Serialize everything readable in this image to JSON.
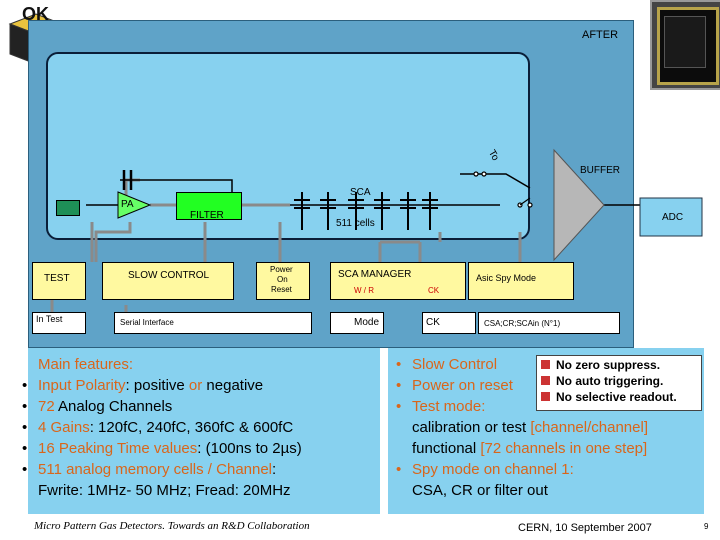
{
  "header": {
    "logo_text": "OK",
    "chip_label": ""
  },
  "diagram": {
    "after_label": "AFTER",
    "buffer_label": "BUFFER",
    "adc_label": "ADC",
    "pa_label": "PA",
    "filter_label": "FILTER",
    "sca_label": "SCA",
    "sca_cells_label": "511 cells",
    "test_label": "TEST",
    "slow_control_label": "SLOW CONTROL",
    "power_on_reset_label": [
      "Power",
      "On",
      "Reset"
    ],
    "sca_manager_label": "SCA MANAGER",
    "wr_label": "W / R",
    "ck_label": "CK",
    "asic_spy_mode_label": "Asic Spy Mode",
    "in_test_label": "In Test",
    "serial_interface_label": "Serial Interface",
    "mode_label": "Mode",
    "ck_box_label": "CK",
    "csa_label": "CSA;CR;SCAin (N°1)",
    "rotated_to_label": "To"
  },
  "features": {
    "title": "Main features:",
    "items": [
      {
        "prefix": "Input  Polarity",
        "suffix": ": positive ",
        "or": "or",
        "end": " negative"
      },
      {
        "prefix": "72",
        "suffix": " Analog Channels"
      },
      {
        "prefix": "4 Gains",
        "suffix": ": 120fC, 240fC, 360fC & 600fC"
      },
      {
        "prefix": "16 Peaking Time values",
        "suffix": ": (100ns to 2µs)"
      },
      {
        "prefix": "511 analog memory cells / Channel",
        "suffix": ":"
      }
    ],
    "last_line": "Fwrite: 1MHz- 50 MHz; Fread: 20MHz"
  },
  "modes": {
    "slow_control": "Slow Control",
    "power_on_reset": "Power on reset",
    "test_mode": "Test mode:",
    "test_line1_a": "calibration or test ",
    "test_line1_b": "[channel/channel]",
    "test_line2_a": "functional ",
    "test_line2_b": "[72 channels in one step]",
    "spy_mode": "Spy mode on channel 1:",
    "spy_line": "CSA, CR or filter out"
  },
  "legend_box": {
    "items": [
      "No zero suppress.",
      "No auto triggering.",
      "No selective readout."
    ]
  },
  "footer": {
    "left": "Micro Pattern Gas Detectors. Towards an R&D Collaboration",
    "right": "CERN, 10 September 2007",
    "page": "9"
  },
  "colors": {
    "diagram_bg": "#5fa3c8",
    "inner_bg": "#87d1ef",
    "accent_orange": "#d9661b",
    "navy": "#1b2e63",
    "box_yellow": "#fff9a0",
    "pa_green": "#66ff66"
  }
}
